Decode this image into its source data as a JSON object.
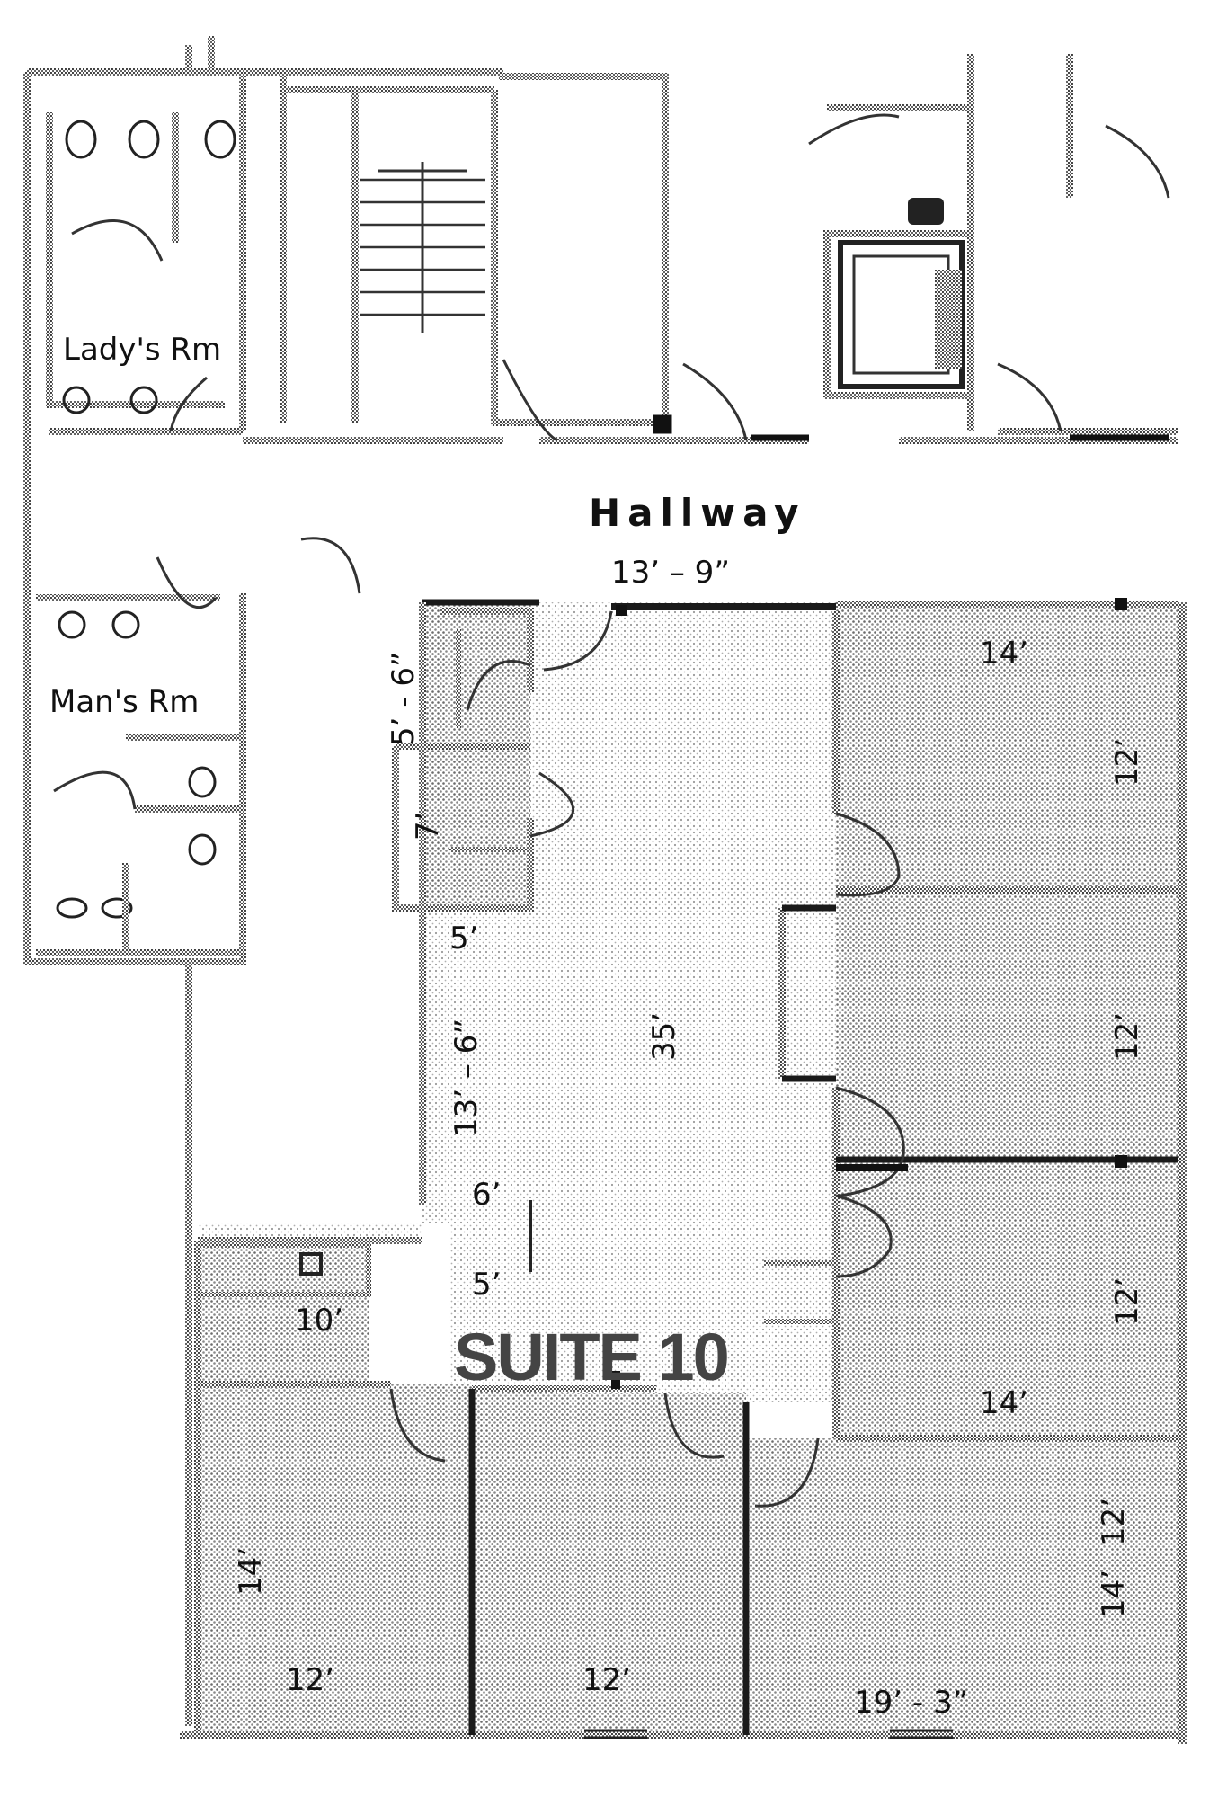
{
  "labels": {
    "ladys_room": "Lady's Rm",
    "mans_room": "Man's Rm",
    "hallway": "Hallway",
    "suite": "SUITE 10"
  },
  "dimensions": {
    "hall_front": "13’ – 9”",
    "closet_width": "5’ - 6”",
    "closet_depth": "7’",
    "nook_width": "5’",
    "corridor_length": "13’ – 6”",
    "lobby_length": "35’",
    "west_opening": "6’",
    "lower_nook": "5’",
    "west_alcove": "10’",
    "office1_width": "14’",
    "office1_depth": "12’",
    "office2_depth": "12’",
    "office3_depth": "12’",
    "office3_width": "14’",
    "bottom_left_depth": "14’",
    "bottom_left_width": "12’",
    "bottom_mid_width": "12’",
    "bottom_right_width": "19’ - 3”",
    "bottom_right_depth": "14’",
    "bottom_right_extra": "12’"
  },
  "colors": {
    "wall": "#1a1a1a",
    "stipple": "#7a7a7a",
    "paper": "#ffffff"
  }
}
